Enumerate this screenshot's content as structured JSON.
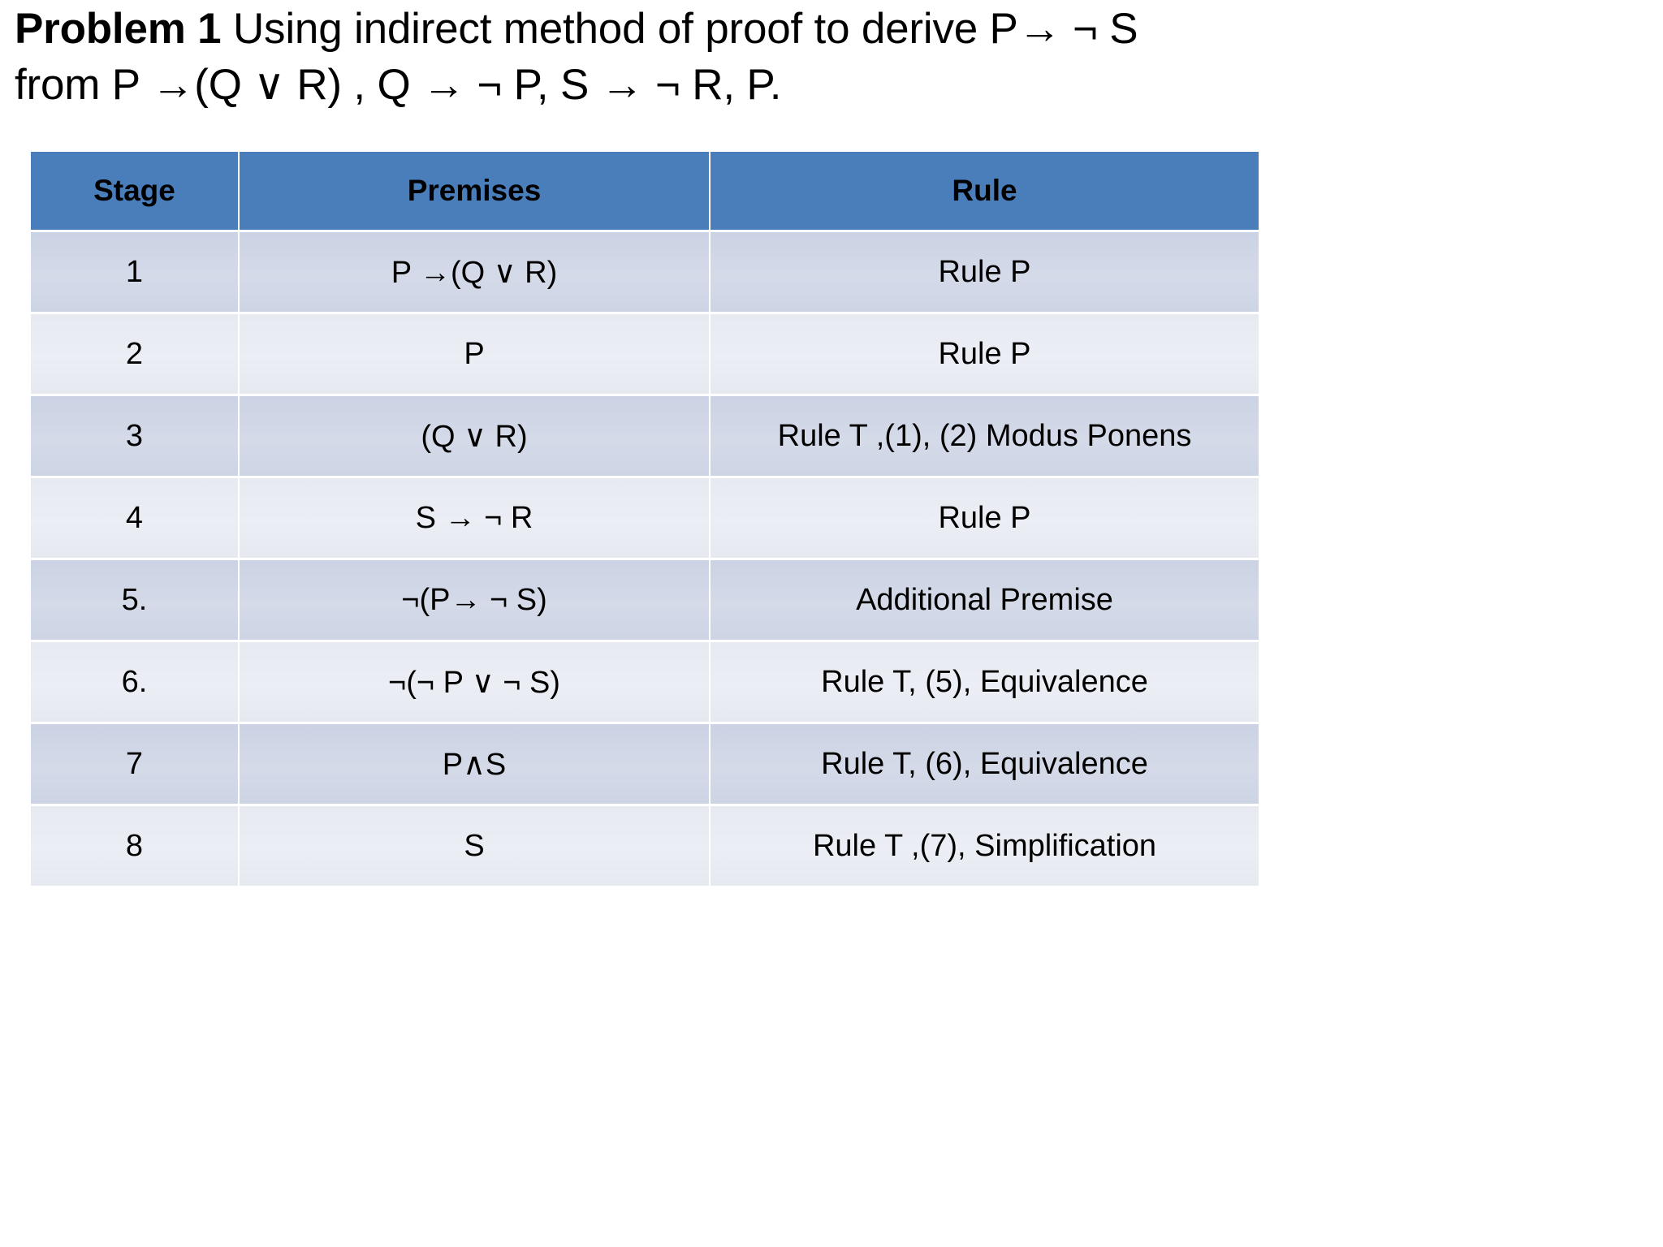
{
  "slide": {
    "title": {
      "label_bold": "Problem 1",
      "line1_rest": " Using indirect method of proof to derive P→ ¬ S",
      "line2": "from P →(Q ∨ R) , Q → ¬ P, S → ¬ R, P."
    },
    "colors": {
      "header_blue": "#4A7EBB",
      "row_odd": "#D0D6E5",
      "row_even": "#E9ECF2",
      "text": "#000000",
      "background": "#FFFFFF"
    },
    "table": {
      "columns": [
        "Stage",
        "Premises",
        "Rule"
      ],
      "rows": [
        {
          "stage": "1",
          "premises": "P →(Q ∨ R)",
          "rule": "Rule P"
        },
        {
          "stage": "2",
          "premises": "P",
          "rule": "Rule P"
        },
        {
          "stage": "3",
          "premises": "(Q ∨ R)",
          "rule": "Rule T ,(1), (2) Modus Ponens"
        },
        {
          "stage": "4",
          "premises": "S → ¬ R",
          "rule": "Rule P"
        },
        {
          "stage": "5.",
          "premises": "¬(P→ ¬ S)",
          "rule": "Additional Premise"
        },
        {
          "stage": "6.",
          "premises": "¬(¬ P ∨ ¬ S)",
          "rule": "Rule T, (5), Equivalence"
        },
        {
          "stage": "7",
          "premises": "P∧S",
          "rule": "Rule T, (6), Equivalence"
        },
        {
          "stage": "8",
          "premises": "S",
          "rule": "Rule T ,(7), Simplification"
        }
      ]
    }
  }
}
